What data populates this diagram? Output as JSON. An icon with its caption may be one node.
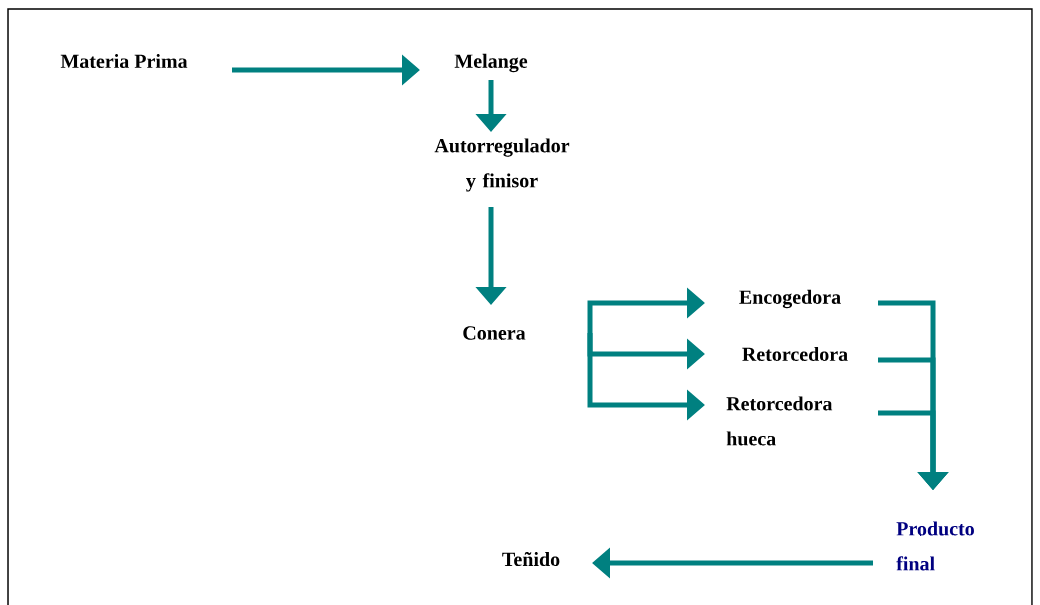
{
  "diagram": {
    "nodes": [
      {
        "text": [
          "Materia Prima"
        ]
      },
      {
        "text": [
          "Melange"
        ]
      },
      {
        "text": [
          "Autorregulador y finisor"
        ]
      },
      {
        "text": [
          "Conera"
        ]
      },
      {
        "text": [
          "Encogedora"
        ]
      },
      {
        "text": [
          "Retorcedora"
        ]
      },
      {
        "text": [
          "Retorcedora hueca"
        ]
      },
      {
        "text": [
          "Producto final"
        ]
      },
      {
        "text": [
          "Teñido"
        ]
      }
    ],
    "edges": [
      {
        "from": 0,
        "to": 1,
        "arrow": "to"
      },
      {
        "from": 1,
        "to": 2,
        "arrow": "to"
      },
      {
        "from": 2,
        "to": 3,
        "arrow": "to"
      },
      {
        "from": 3,
        "to": 4,
        "arrow": "to"
      },
      {
        "from": 3,
        "to": 5,
        "arrow": "to"
      },
      {
        "from": 3,
        "to": 6,
        "arrow": "to"
      },
      {
        "from": 4,
        "to": 7,
        "arrow": "to"
      },
      {
        "from": 5,
        "to": 7,
        "arrow": "to"
      },
      {
        "from": 6,
        "to": 7,
        "arrow": "to"
      },
      {
        "from": 7,
        "to": 8,
        "arrow": "to"
      }
    ]
  }
}
